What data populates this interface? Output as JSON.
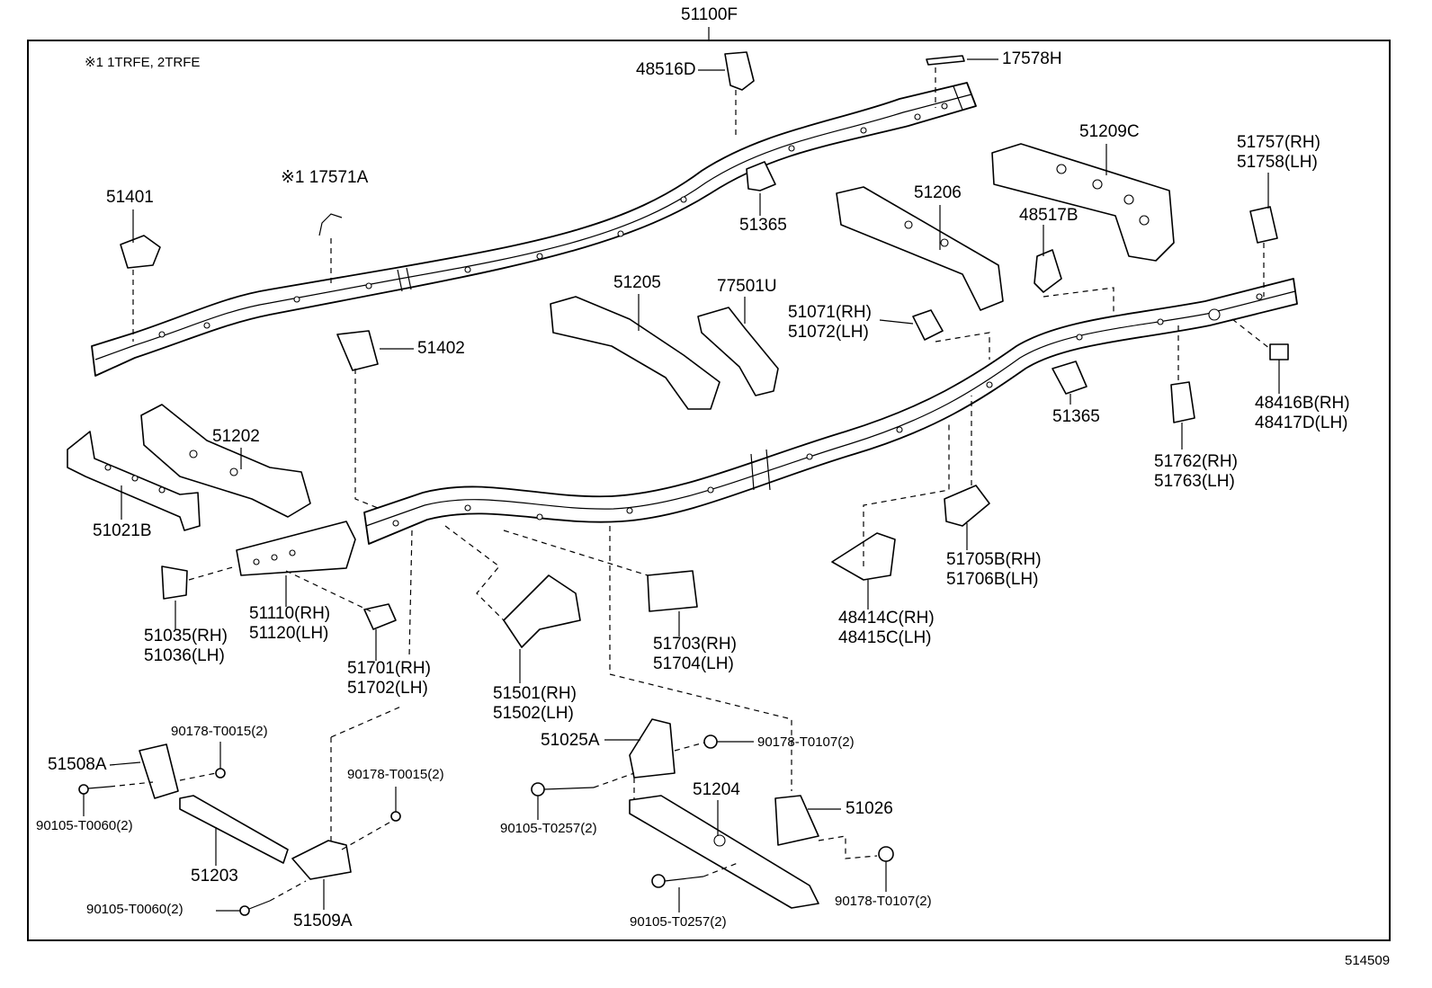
{
  "diagram": {
    "assembly_label": "51100F",
    "note": "※1 1TRFE, 2TRFE",
    "figure_number": "514509",
    "parts": [
      {
        "id": "p-48516d",
        "lines": [
          "48516D"
        ]
      },
      {
        "id": "p-17578h",
        "lines": [
          "17578H"
        ]
      },
      {
        "id": "p-17571a",
        "lines": [
          "※1 17571A"
        ]
      },
      {
        "id": "p-51401",
        "lines": [
          "51401"
        ]
      },
      {
        "id": "p-51365a",
        "lines": [
          "51365"
        ]
      },
      {
        "id": "p-51209c",
        "lines": [
          "51209C"
        ]
      },
      {
        "id": "p-51757",
        "lines": [
          "51757(RH)",
          "51758(LH)"
        ]
      },
      {
        "id": "p-51206",
        "lines": [
          "51206"
        ]
      },
      {
        "id": "p-48517b",
        "lines": [
          "48517B"
        ]
      },
      {
        "id": "p-51205",
        "lines": [
          "51205"
        ]
      },
      {
        "id": "p-77501u",
        "lines": [
          "77501U"
        ]
      },
      {
        "id": "p-51071",
        "lines": [
          "51071(RH)",
          "51072(LH)"
        ]
      },
      {
        "id": "p-51402",
        "lines": [
          "51402"
        ]
      },
      {
        "id": "p-48416b",
        "lines": [
          "48416B(RH)",
          "48417D(LH)"
        ]
      },
      {
        "id": "p-51365b",
        "lines": [
          "51365"
        ]
      },
      {
        "id": "p-51202",
        "lines": [
          "51202"
        ]
      },
      {
        "id": "p-51762",
        "lines": [
          "51762(RH)",
          "51763(LH)"
        ]
      },
      {
        "id": "p-51021b",
        "lines": [
          "51021B"
        ]
      },
      {
        "id": "p-51705b",
        "lines": [
          "51705B(RH)",
          "51706B(LH)"
        ]
      },
      {
        "id": "p-51110",
        "lines": [
          "51110(RH)",
          "51120(LH)"
        ]
      },
      {
        "id": "p-51035",
        "lines": [
          "51035(RH)",
          "51036(LH)"
        ]
      },
      {
        "id": "p-48414c",
        "lines": [
          "48414C(RH)",
          "48415C(LH)"
        ]
      },
      {
        "id": "p-51703",
        "lines": [
          "51703(RH)",
          "51704(LH)"
        ]
      },
      {
        "id": "p-51701",
        "lines": [
          "51701(RH)",
          "51702(LH)"
        ]
      },
      {
        "id": "p-51501",
        "lines": [
          "51501(RH)",
          "51502(LH)"
        ]
      },
      {
        "id": "p-90178-t0015a",
        "lines": [
          "90178-T0015(2)"
        ]
      },
      {
        "id": "p-51508a",
        "lines": [
          "51508A"
        ]
      },
      {
        "id": "p-51025a",
        "lines": [
          "51025A"
        ]
      },
      {
        "id": "p-90178-t0107a",
        "lines": [
          "90178-T0107(2)"
        ]
      },
      {
        "id": "p-90178-t0015b",
        "lines": [
          "90178-T0015(2)"
        ]
      },
      {
        "id": "p-51204",
        "lines": [
          "51204"
        ]
      },
      {
        "id": "p-51026",
        "lines": [
          "51026"
        ]
      },
      {
        "id": "p-90105-t0060a",
        "lines": [
          "90105-T0060(2)"
        ]
      },
      {
        "id": "p-90105-t0257a",
        "lines": [
          "90105-T0257(2)"
        ]
      },
      {
        "id": "p-51203",
        "lines": [
          "51203"
        ]
      },
      {
        "id": "p-90178-t0107b",
        "lines": [
          "90178-T0107(2)"
        ]
      },
      {
        "id": "p-90105-t0060b",
        "lines": [
          "90105-T0060(2)"
        ]
      },
      {
        "id": "p-51509a",
        "lines": [
          "51509A"
        ]
      },
      {
        "id": "p-90105-t0257b",
        "lines": [
          "90105-T0257(2)"
        ]
      }
    ]
  }
}
